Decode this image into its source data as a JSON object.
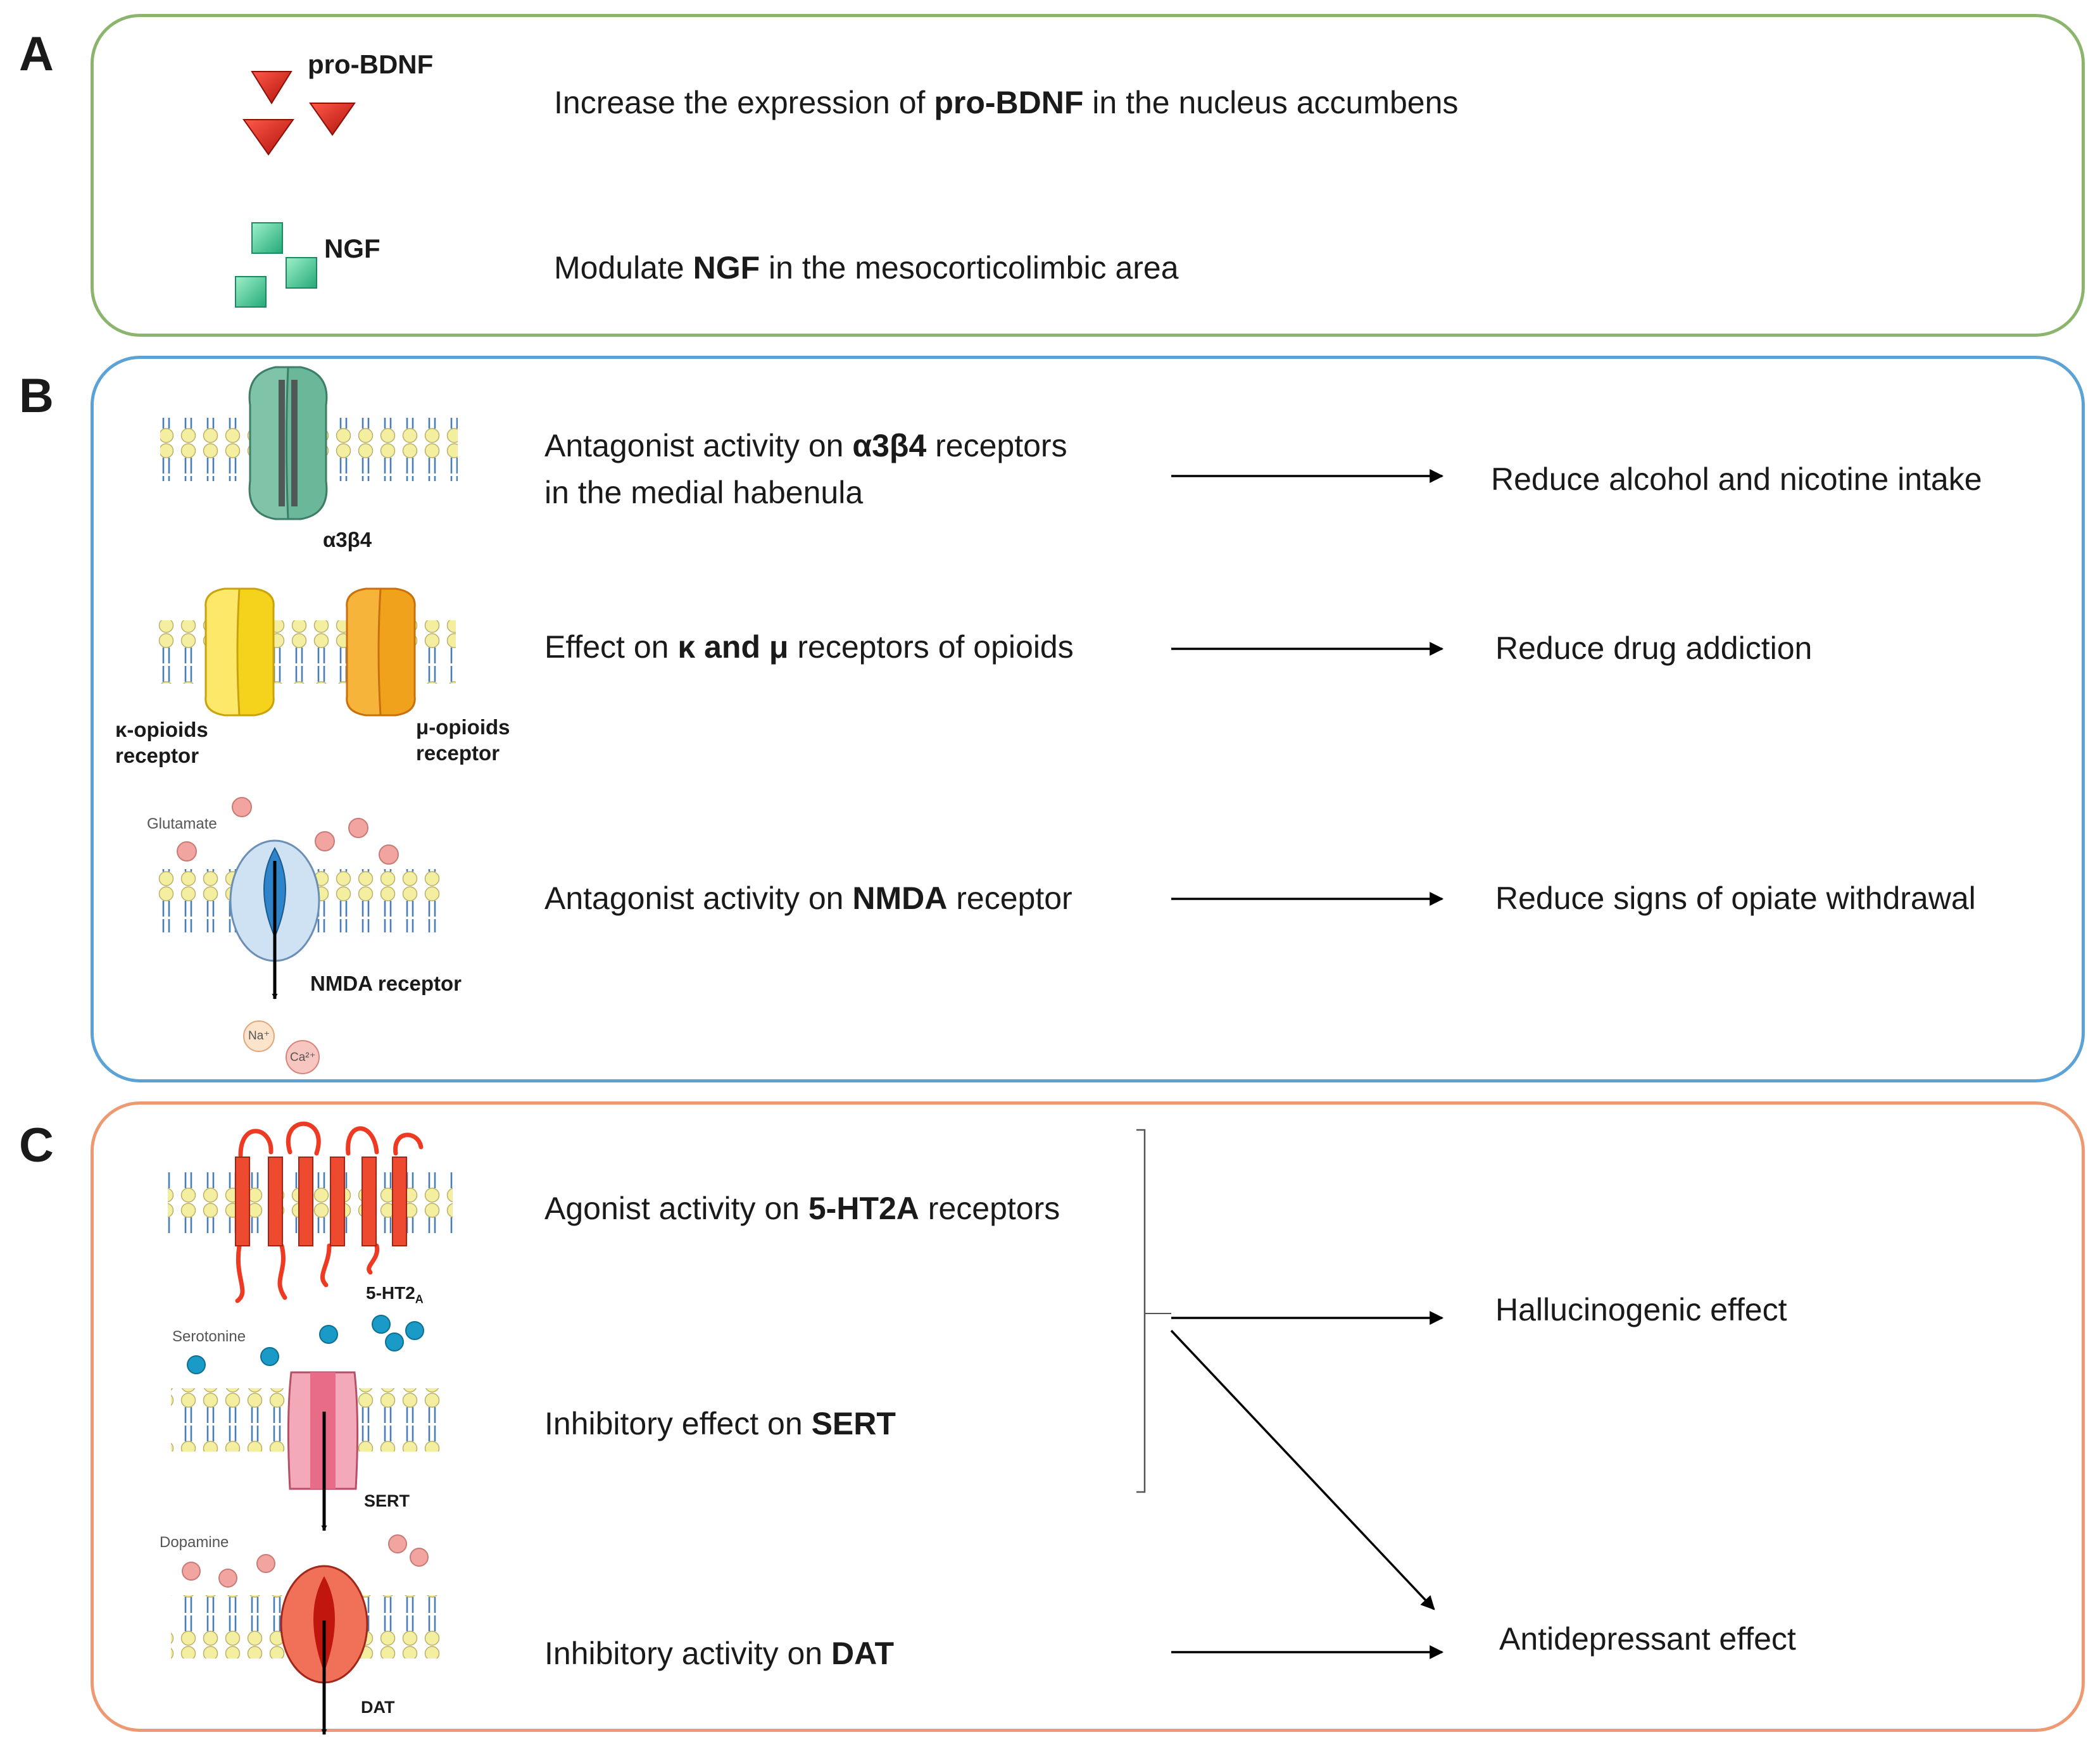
{
  "panels": {
    "A": {
      "letter": "A",
      "border_color": "#8bb56c",
      "rows": [
        {
          "pre": "Increase the expression of ",
          "bold": "pro-BDNF",
          "post": " in the nucleus accumbens",
          "icon_label": "pro-BDNF"
        },
        {
          "pre": "Modulate ",
          "bold": "NGF",
          "post": " in the mesocorticolimbic area",
          "icon_label": "NGF"
        }
      ]
    },
    "B": {
      "letter": "B",
      "border_color": "#5ba2d6",
      "rows": [
        {
          "line1_pre": "Antagonist activity on ",
          "line1_bold": "α3β4",
          "line1_post": " receptors",
          "line2": "in the medial habenula",
          "effect": "Reduce alcohol and nicotine intake"
        },
        {
          "pre": "Effect on ",
          "bold": "κ and μ",
          "post": " receptors of opioids",
          "effect": "Reduce drug addiction"
        },
        {
          "pre": "Antagonist activity on ",
          "bold": "NMDA",
          "post": " receptor",
          "effect": "Reduce signs of opiate withdrawal"
        }
      ],
      "illustration_labels": {
        "a3b4": "α3β4",
        "kappa_line1": "κ-opioids",
        "kappa_line2": "receptor",
        "mu_line1": "μ-opioids",
        "mu_line2": "receptor",
        "glutamate": "Glutamate",
        "nmda": "NMDA receptor",
        "na": "Na⁺",
        "ca": "Ca²⁺"
      }
    },
    "C": {
      "letter": "C",
      "border_color": "#ed9a72",
      "rows": [
        {
          "pre": "Agonist  activity on ",
          "bold": "5-HT2A",
          "post": " receptors"
        },
        {
          "pre": "Inhibitory effect on ",
          "bold": "SERT",
          "post": ""
        },
        {
          "pre": "Inhibitory activity on ",
          "bold": "DAT",
          "post": ""
        }
      ],
      "effects": {
        "hallucinogenic": "Hallucinogenic effect",
        "antidepressant": "Antidepressant effect"
      },
      "illustration_labels": {
        "ht2a_main": "5-HT2",
        "ht2a_sub": "A",
        "serotonine": "Serotonine",
        "sert": "SERT",
        "dopamine": "Dopamine",
        "dat": "DAT"
      }
    }
  },
  "colors": {
    "pro_bdnf": "#e0261c",
    "ngf": "#3fbf8f",
    "a3b4_receptor": "#6bb79a",
    "kappa_receptor": "#f5d21c",
    "mu_receptor": "#f0a21c",
    "nmda_receptor": "#bcd6ee",
    "ht2a_receptor": "#ee4a30",
    "sert_receptor": "#ef8fa6",
    "dat_receptor": "#ee5a44",
    "membrane_head": "#f4efa0",
    "membrane_tail": "#4a7fb5"
  }
}
